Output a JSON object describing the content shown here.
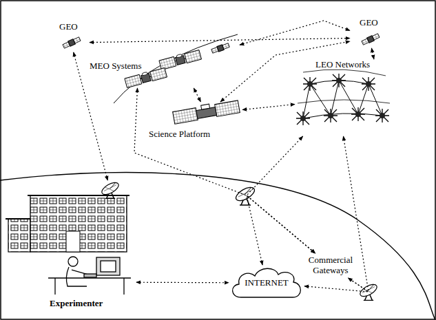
{
  "diagram": {
    "nodes": [
      {
        "text": [
          "GEO"
        ]
      },
      {
        "text": [
          "GEO"
        ]
      },
      {
        "text": [
          "MEO Systems"
        ]
      },
      {
        "text": [
          "LEO Networks"
        ]
      },
      {
        "text": [
          "Science Platform"
        ]
      },
      {
        "text": [
          "Commercial Gateways"
        ]
      },
      {
        "text": [
          "Experimenter"
        ]
      },
      {
        "text": [
          "INTERNET"
        ]
      }
    ],
    "edges": [
      {
        "from": 0,
        "to": 1,
        "arrow": "both"
      },
      {
        "from": 0,
        "to": 6,
        "arrow": "both"
      },
      {
        "from": 2,
        "to": 1,
        "arrow": "both"
      },
      {
        "from": 2,
        "to": 4,
        "arrow": "both"
      },
      {
        "from": 2,
        "to": 5,
        "arrow": "both"
      },
      {
        "from": 4,
        "to": 1,
        "arrow": "both"
      },
      {
        "from": 4,
        "to": 3,
        "arrow": "both"
      },
      {
        "from": 1,
        "to": 3,
        "arrow": "both"
      },
      {
        "from": 3,
        "to": 5,
        "arrow": "both"
      },
      {
        "from": 3,
        "to": 5,
        "arrow": "both"
      },
      {
        "from": 6,
        "to": 7,
        "arrow": "both"
      },
      {
        "from": 7,
        "to": 5,
        "arrow": "both"
      },
      {
        "from": 7,
        "to": 5,
        "arrow": "both"
      }
    ]
  }
}
